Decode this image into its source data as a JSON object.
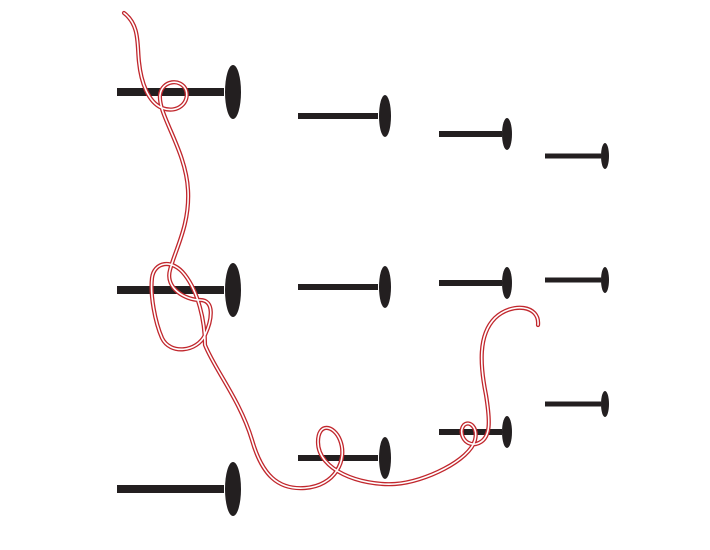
{
  "diagram": {
    "colors": {
      "background": "#ffffff",
      "peg": "#231f20",
      "string": "#c1272d",
      "string_core": "#ffffff"
    },
    "columns": [
      {
        "peg_size": "large",
        "rows": 3
      },
      {
        "peg_size": "medium",
        "rows": 3
      },
      {
        "peg_size": "small",
        "rows": 3
      },
      {
        "peg_size": "tiny",
        "rows": 3
      }
    ],
    "string": {
      "wraps_around_pegs": 4,
      "style": "double-line red cord with white core"
    }
  }
}
